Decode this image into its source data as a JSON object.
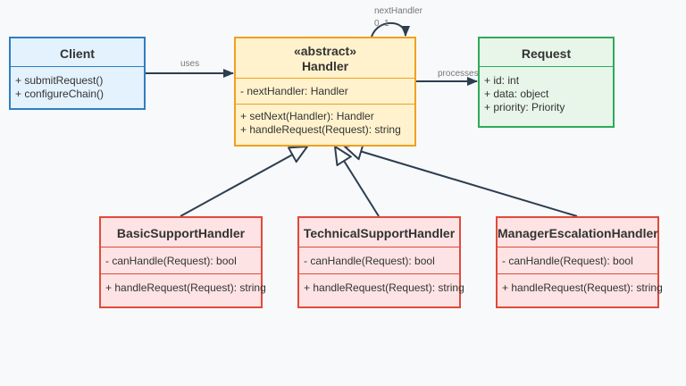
{
  "classes": {
    "client": {
      "name": "Client",
      "methods": [
        "+ submitRequest()",
        "+ configureChain()"
      ]
    },
    "handler": {
      "stereotype": "«abstract»",
      "name": "Handler",
      "attributes": [
        "- nextHandler: Handler"
      ],
      "methods": [
        "+ setNext(Handler): Handler",
        "+ handleRequest(Request): string"
      ]
    },
    "request": {
      "name": "Request",
      "attributes": [
        "+ id: int",
        "+ data: object",
        "+ priority: Priority"
      ]
    },
    "basic": {
      "name": "BasicSupportHandler",
      "attributes": [
        "- canHandle(Request): bool"
      ],
      "methods": [
        "+ handleRequest(Request): string"
      ]
    },
    "technical": {
      "name": "TechnicalSupportHandler",
      "attributes": [
        "- canHandle(Request): bool"
      ],
      "methods": [
        "+ handleRequest(Request): string"
      ]
    },
    "manager": {
      "name": "ManagerEscalationHandler",
      "attributes": [
        "- canHandle(Request): bool"
      ],
      "methods": [
        "+ handleRequest(Request): string"
      ]
    }
  },
  "relations": {
    "uses": "uses",
    "processes": "processes",
    "self_role": "nextHandler",
    "self_multiplicity": "0..1"
  },
  "colors": {
    "client_border": "#2f7ec1",
    "handler_border": "#f0a020",
    "request_border": "#2eaa5a",
    "subclass_border": "#e04a3c",
    "line": "#2c3e50"
  }
}
